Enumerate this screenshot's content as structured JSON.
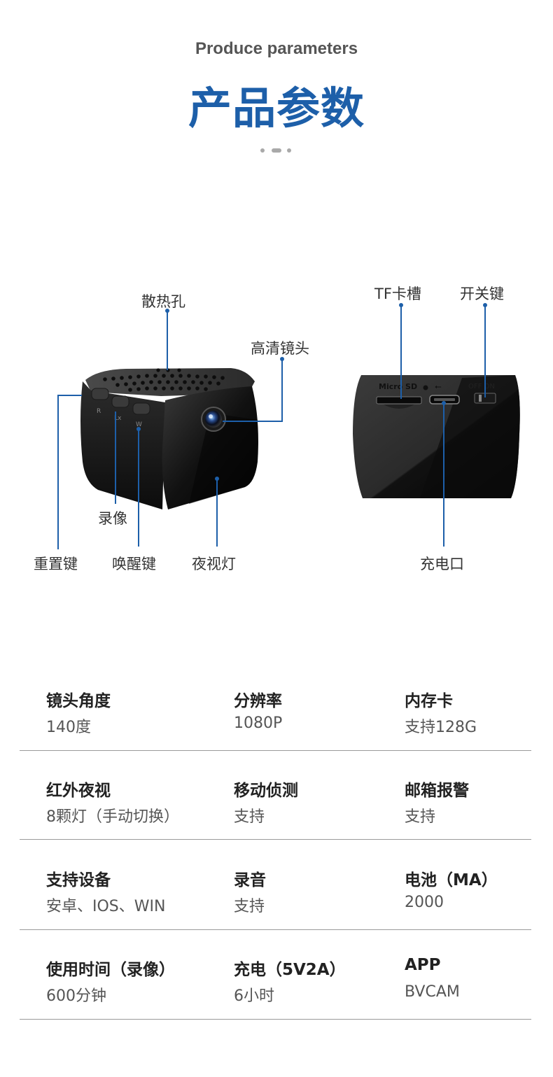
{
  "header": {
    "subtitle": "Produce parameters",
    "title": "产品参数"
  },
  "diagram": {
    "callouts": {
      "heat_vent": "散热孔",
      "hd_lens": "高清镜头",
      "record": "录像",
      "reset_key": "重置键",
      "wake_key": "唤醒键",
      "night_light": "夜视灯",
      "tf_slot": "TF卡槽",
      "power_switch": "开关键",
      "charge_port": "充电口"
    },
    "device_markings": {
      "sd_label": "Micro SD",
      "switch_label": "OFF ON"
    },
    "accent_color": "#1d5fa9"
  },
  "specs": {
    "rows": [
      [
        {
          "label": "镜头角度",
          "value": "140度"
        },
        {
          "label": "分辨率",
          "value": "1080P"
        },
        {
          "label": "内存卡",
          "value": "支持128G"
        }
      ],
      [
        {
          "label": "红外夜视",
          "value": "8颗灯（手动切换）"
        },
        {
          "label": "移动侦测",
          "value": "支持"
        },
        {
          "label": "邮箱报警",
          "value": "支持"
        }
      ],
      [
        {
          "label": "支持设备",
          "value": "安卓、IOS、WIN"
        },
        {
          "label": "录音",
          "value": "支持"
        },
        {
          "label": "电池（MA）",
          "value": "2000"
        }
      ],
      [
        {
          "label": "使用时间（录像）",
          "value": "600分钟"
        },
        {
          "label": "充电（5V2A）",
          "value": "6小时"
        },
        {
          "label": "APP",
          "value": "BVCAM"
        }
      ]
    ]
  }
}
